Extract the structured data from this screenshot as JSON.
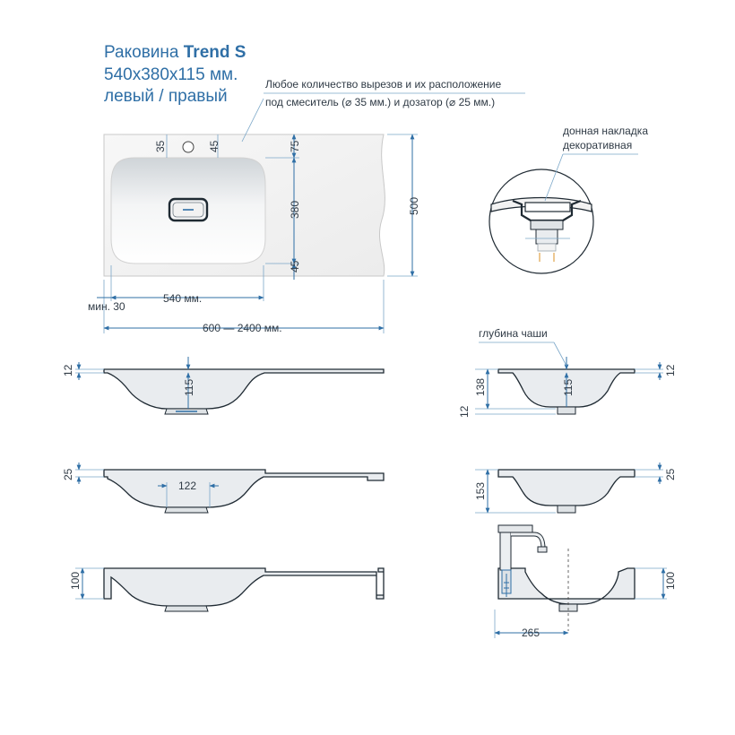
{
  "title": {
    "line1_prefix": "Раковина ",
    "line1_bold": "Trend S",
    "line2": "540x380x115 мм.",
    "line3": "левый / правый"
  },
  "notes": {
    "cutouts_line1": "Любое количество вырезов и их расположение",
    "cutouts_line2": "под смеситель (⌀ 35 мм.) и дозатор (⌀ 25 мм.)",
    "overlay_line1": "донная накладка",
    "overlay_line2": "декоративная",
    "bowl_depth": "глубина чаши"
  },
  "dimensions": {
    "d35": "35",
    "d45_top": "45",
    "d75": "75",
    "d380": "380",
    "d45_bottom": "45",
    "d500": "500",
    "d540": "540 мм.",
    "min30": "мин. 30",
    "range": "600 — 2400 мм.",
    "s1_left_12": "12",
    "s1_115": "115",
    "s1r_138": "138",
    "s1r_115": "115",
    "s1r_12_right": "12",
    "s1r_12_bottom": "12",
    "s2_25": "25",
    "s2_122": "122",
    "s2r_153": "153",
    "s2r_25": "25",
    "s3_100": "100",
    "s3r_100": "100",
    "s3r_265": "265"
  },
  "colors": {
    "accent": "#2f6fa6",
    "outline": "#1f2a33",
    "section_fill": "#e9ecef"
  }
}
